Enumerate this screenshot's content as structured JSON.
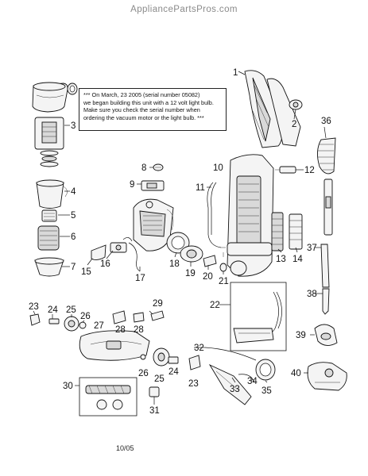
{
  "header": {
    "site": "AppliancePartsPros.com"
  },
  "note": {
    "lines": [
      "*** On March, 23 2005 (serial number 05082)",
      "we began building this unit with a 12 volt light bulb.",
      "Make sure you check the serial number when",
      "ordering the vacuum motor or the light bulb. ***"
    ]
  },
  "callouts": [
    "1",
    "2",
    "3",
    "4",
    "5",
    "6",
    "7",
    "8",
    "9",
    "10",
    "11",
    "12",
    "13",
    "14",
    "15",
    "16",
    "17",
    "18",
    "19",
    "20",
    "21",
    "22",
    "23",
    "24",
    "25",
    "26",
    "27",
    "28",
    "28",
    "29",
    "23",
    "25",
    "26",
    "24",
    "30",
    "31",
    "32",
    "33",
    "34",
    "35",
    "36",
    "37",
    "38",
    "39",
    "40"
  ],
  "footer": {
    "date": "10/05"
  },
  "colors": {
    "line": "#111111",
    "fill": "#f4f4f4",
    "shade": "#d9d9d9",
    "watermark": "#8a8a8a"
  }
}
